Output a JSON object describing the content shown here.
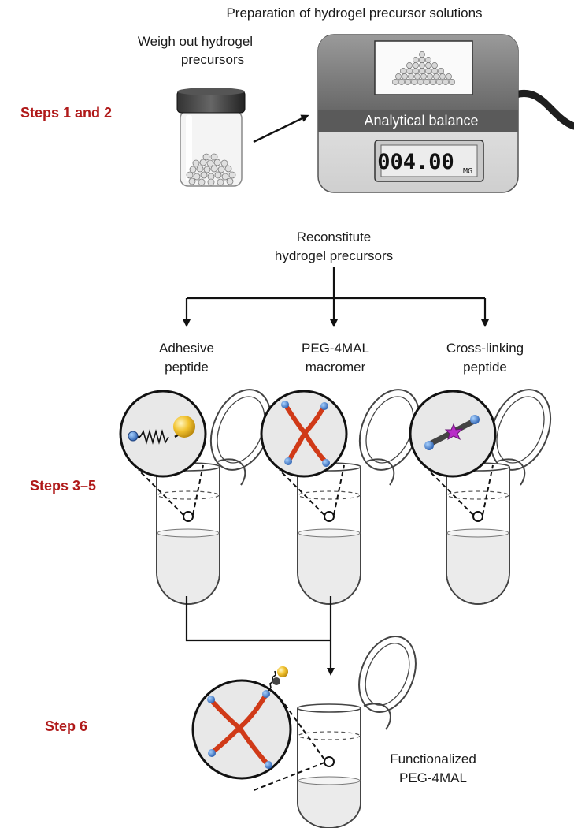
{
  "title": "Preparation of hydrogel precursor solutions",
  "steps": {
    "s1": "Steps 1 and 2",
    "s2": "Steps 3–5",
    "s3": "Step 6"
  },
  "weigh": {
    "line1": "Weigh out hydrogel",
    "line2": "precursors"
  },
  "balance": {
    "label": "Analytical balance",
    "reading": "004.00",
    "unit": "MG"
  },
  "reconstitute": {
    "line1": "Reconstitute",
    "line2": "hydrogel precursors"
  },
  "tubes": [
    {
      "line1": "Adhesive",
      "line2": "peptide"
    },
    {
      "line1": "PEG-4MAL",
      "line2": "macromer"
    },
    {
      "line1": "Cross-linking",
      "line2": "peptide"
    }
  ],
  "final": {
    "line1": "Functionalized",
    "line2": "PEG-4MAL"
  },
  "colors": {
    "step_red": "#b01a1a",
    "peg_arm": "#d03a18",
    "maleimide_blue": "#3a78d0",
    "ligand_gold": "#f2c330",
    "protease_magenta": "#b82bc8"
  }
}
